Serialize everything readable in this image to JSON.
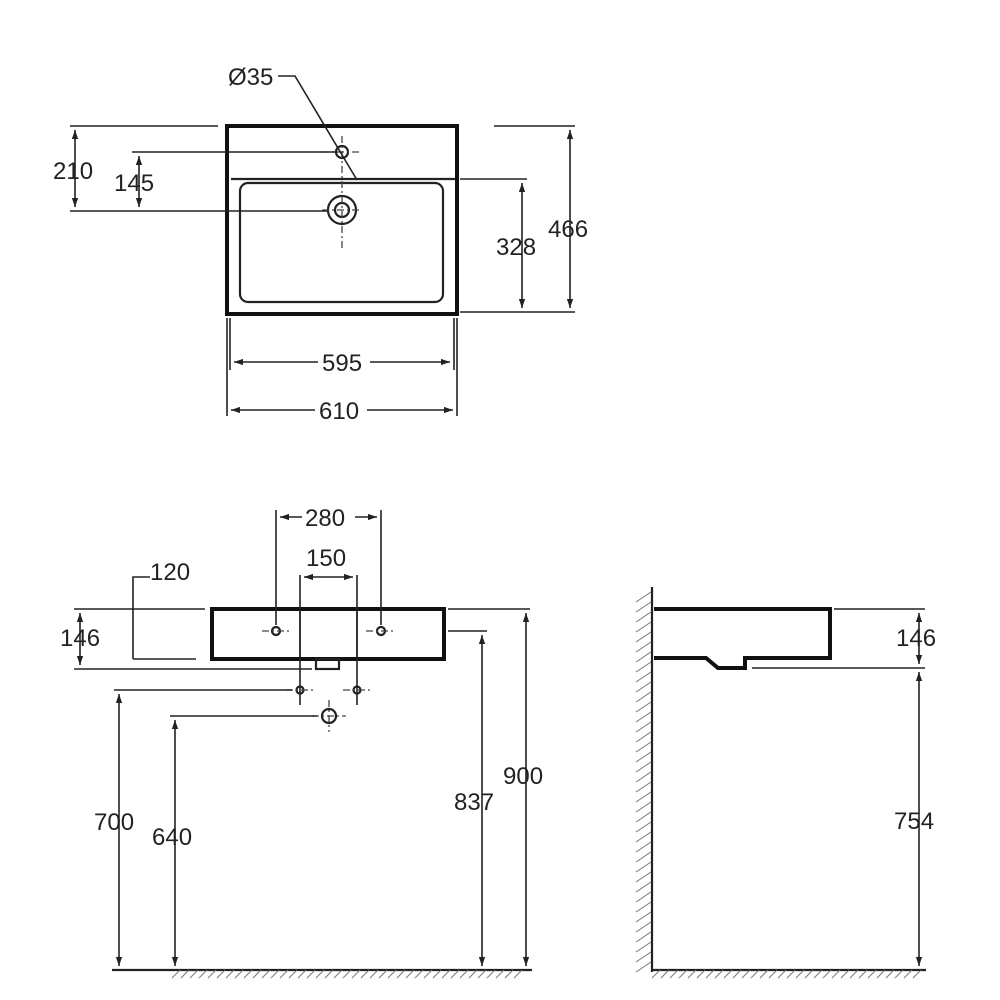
{
  "top_view": {
    "hole_diameter": "Ø35",
    "tap_hole_from_back": "145",
    "drain_from_back": "210",
    "bowl_depth": "328",
    "total_depth": "466",
    "bowl_width": "595",
    "total_width": "610"
  },
  "front_view": {
    "fixing_spacing": "280",
    "waste_spacing": "150",
    "fixing_below_top": "120",
    "basin_height": "146",
    "supply_height": "700",
    "waste_height": "640",
    "underside_height": "837",
    "top_height": "900"
  },
  "side_view": {
    "basin_height": "146",
    "underside_height": "754"
  },
  "colors": {
    "line": "#111111",
    "hatch": "#777777",
    "background": "#ffffff"
  }
}
